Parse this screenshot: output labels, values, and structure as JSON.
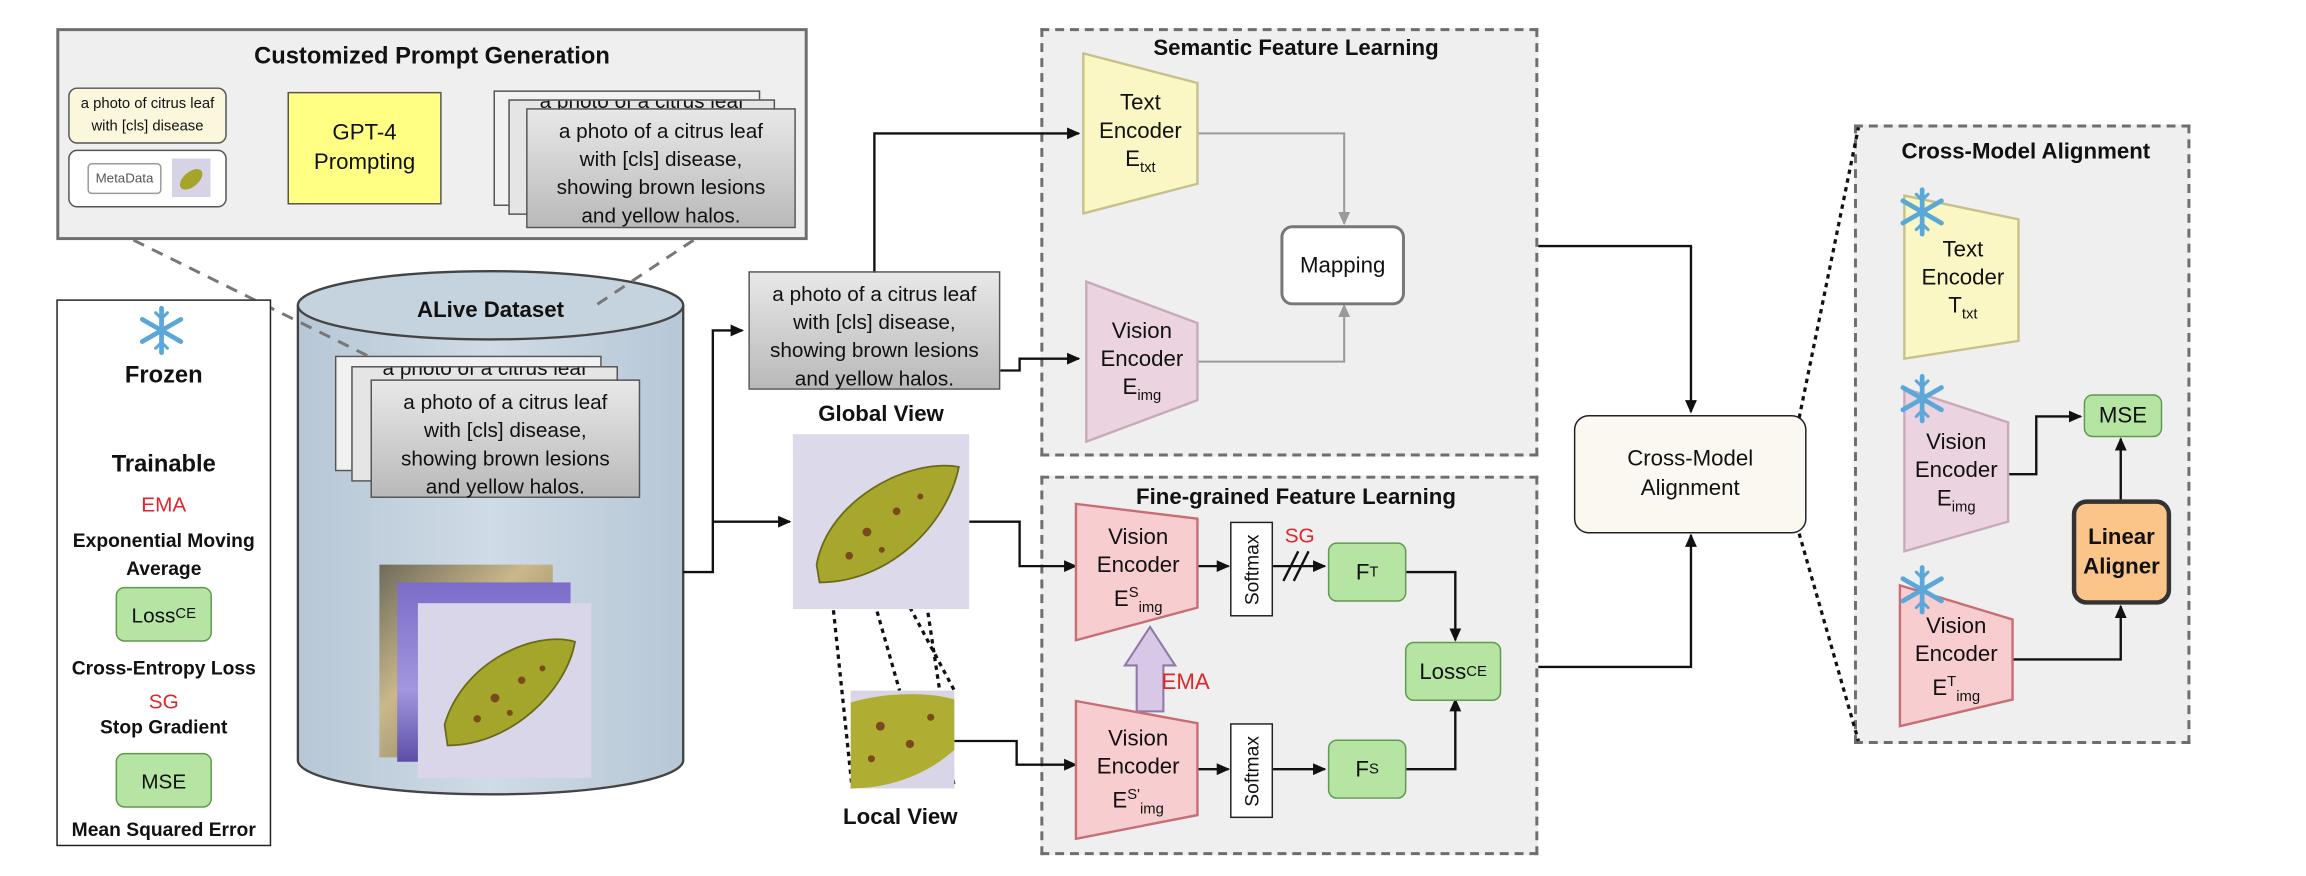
{
  "prompt_gen": {
    "title": "Customized Prompt Generation",
    "template_line1": "a photo of citrus leaf",
    "template_line2": "with [cls] disease",
    "metadata": "MetaData",
    "gpt_line1": "GPT-4",
    "gpt_line2": "Prompting",
    "out_lines": [
      "a photo of a citrus leaf",
      "with [cls] disease,",
      "showing brown lesions",
      "and yellow halos."
    ],
    "hidden_peek": "a photo of a citrus leaf"
  },
  "legend": {
    "frozen": "Frozen",
    "trainable": "Trainable",
    "ema": "EMA",
    "ema_desc": "Exponential Moving Average",
    "loss_main": "Loss",
    "loss_sub": "CE",
    "ce_desc": "Cross-Entropy Loss",
    "sg": "SG",
    "sg_desc": "Stop Gradient",
    "mse": "MSE",
    "mse_desc": "Mean Squared Error"
  },
  "dataset": {
    "title": "ALive Dataset",
    "caption_lines": [
      "a photo of a citrus leaf",
      "with [cls] disease,",
      "showing brown lesions",
      "and yellow halos."
    ]
  },
  "middle": {
    "caption_lines": [
      "a photo of a citrus leaf",
      "with [cls] disease,",
      "showing brown lesions",
      "and yellow halos."
    ],
    "global_view": "Global View",
    "local_view": "Local View"
  },
  "semantic": {
    "title": "Semantic Feature Learning",
    "text_enc": [
      "Text",
      "Encoder"
    ],
    "text_enc_sym": "E",
    "text_enc_sub": "txt",
    "vis_enc": [
      "Vision",
      "Encoder"
    ],
    "vis_enc_sym": "E",
    "vis_enc_sub": "img",
    "mapping": "Mapping"
  },
  "finegrained": {
    "title": "Fine-grained Feature Learning",
    "teacher": [
      "Vision",
      "Encoder"
    ],
    "teacher_sym": "E",
    "teacher_sup": "S",
    "teacher_sub": "img",
    "student": [
      "Vision",
      "Encoder"
    ],
    "student_sym": "E",
    "student_sup": "S'",
    "student_sub": "img",
    "softmax": "Softmax",
    "sg": "SG",
    "ema": "EMA",
    "ft": "F",
    "ft_sub": "T",
    "fs": "F",
    "fs_sub": "S",
    "loss": "Loss",
    "loss_sub": "CE"
  },
  "cma": {
    "box_line1": "Cross-Model",
    "box_line2": "Alignment",
    "title": "Cross-Model Alignment",
    "text_enc": [
      "Text",
      "Encoder"
    ],
    "text_sym": "T",
    "text_sub": "txt",
    "vis_enc": [
      "Vision",
      "Encoder"
    ],
    "vis_sym": "E",
    "vis_sub": "img",
    "vis2_enc": [
      "Vision",
      "Encoder"
    ],
    "vis2_sym": "E",
    "vis2_sup": "T",
    "vis2_sub": "img",
    "mse": "MSE",
    "aligner_line1": "Linear",
    "aligner_line2": "Aligner"
  },
  "colors": {
    "text_encoder": "#fbf7c4",
    "vision_encoder": "#ecd3e0",
    "trainable_encoder": "#f7cdcf",
    "green_box": "#b5e4a3",
    "gpt_box": "#ffff84",
    "aligner": "#fbc58a",
    "dataset": "#c5d3df",
    "snowflake": "#5aa7d8",
    "highlight_red": "#e0262b"
  }
}
